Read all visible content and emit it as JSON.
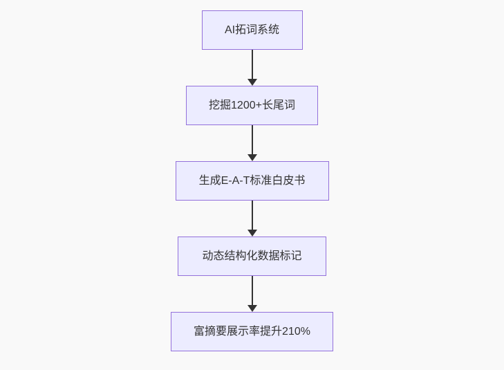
{
  "flowchart": {
    "type": "flowchart",
    "direction": "top-down",
    "nodes": [
      {
        "id": "n1",
        "label": "AI拓词系统"
      },
      {
        "id": "n2",
        "label": "挖掘1200+长尾词"
      },
      {
        "id": "n3",
        "label": "生成E-A-T标准白皮书"
      },
      {
        "id": "n4",
        "label": "动态结构化数据标记"
      },
      {
        "id": "n5",
        "label": "富摘要展示率提升210%"
      }
    ],
    "edges": [
      {
        "from": "n1",
        "to": "n2",
        "style": "arrow-down"
      },
      {
        "from": "n2",
        "to": "n3",
        "style": "arrow-down"
      },
      {
        "from": "n3",
        "to": "n4",
        "style": "arrow-down"
      },
      {
        "from": "n4",
        "to": "n5",
        "style": "arrow-down"
      }
    ],
    "colors": {
      "node_fill": "#ececff",
      "node_border": "#9370db",
      "node_text": "#333333",
      "arrow": "#333333",
      "background": "#f9f9f9"
    }
  }
}
